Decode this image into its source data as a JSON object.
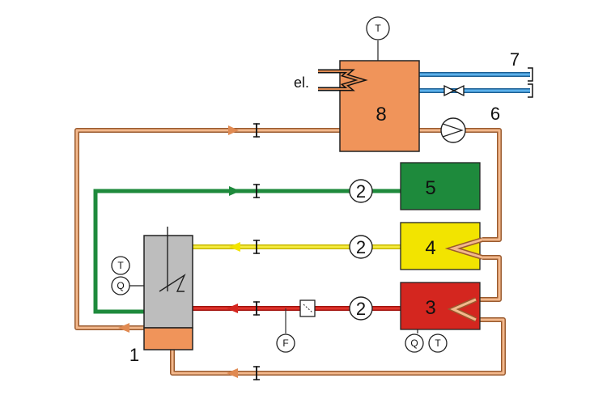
{
  "diagram": {
    "components": {
      "reactor": {
        "label": "1"
      },
      "loop_red": {
        "label": "3"
      },
      "loop_yellow": {
        "label": "4"
      },
      "loop_green": {
        "label": "5"
      },
      "heat_pump": {
        "label": "6"
      },
      "service_water": {
        "label": "7"
      },
      "storage_tank": {
        "label": "8"
      }
    },
    "electric_heater_label": "el.",
    "sensors": {
      "tank_temperature": "T",
      "reactor_temperature": "T",
      "reactor_flow": "Q",
      "loop3_flow": "Q",
      "loop3_temperature": "T",
      "flow_meter": "F"
    },
    "pump_symbol": "2",
    "colors": {
      "copper_pipe": "#d4915e",
      "copper_pipe_edge": "#9a5a2e",
      "green_loop": "#1e8a3c",
      "yellow_loop": "#f2e400",
      "red_loop": "#d4261f",
      "blue_pipe": "#2f8fd8",
      "tank_fill": "#f0945a",
      "reactor_gray": "#bdbdbd",
      "reactor_base": "#f0945a"
    }
  }
}
